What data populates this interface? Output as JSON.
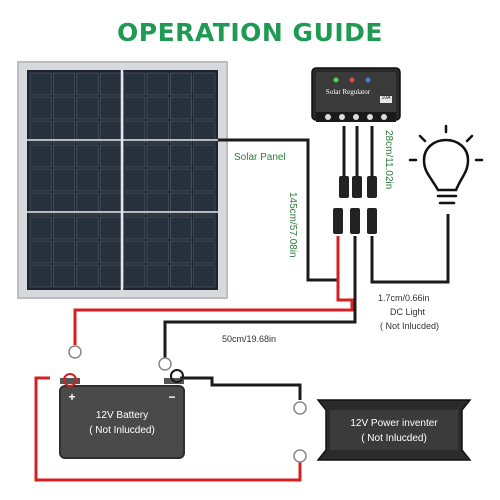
{
  "title": "OPERATION GUIDE",
  "labels": {
    "solar_panel": "Solar Panel",
    "cable_panel": "145cm/57.08in",
    "cable_reg_top": "28cm/11.02in",
    "dc_light_length": "1.7cm/0.66in",
    "dc_light": "DC Light",
    "dc_light_note": "( Not Inlucded)",
    "battery_cable": "50cm/19.68in"
  },
  "regulator": {
    "name": "Solar Regulator",
    "badge": "10A"
  },
  "battery": {
    "plus": "+",
    "minus": "−",
    "name": "12V Battery",
    "note": "( Not Inlucded)"
  },
  "inverter": {
    "name": "12V Power inventer",
    "note": "( Not Inlucded)"
  },
  "colors": {
    "title_green": "#1f9a52",
    "label_green": "#2b7a3b",
    "wire_red": "#d42020",
    "wire_black": "#1b1b1b",
    "panel_frame": "#c9ccd0"
  }
}
